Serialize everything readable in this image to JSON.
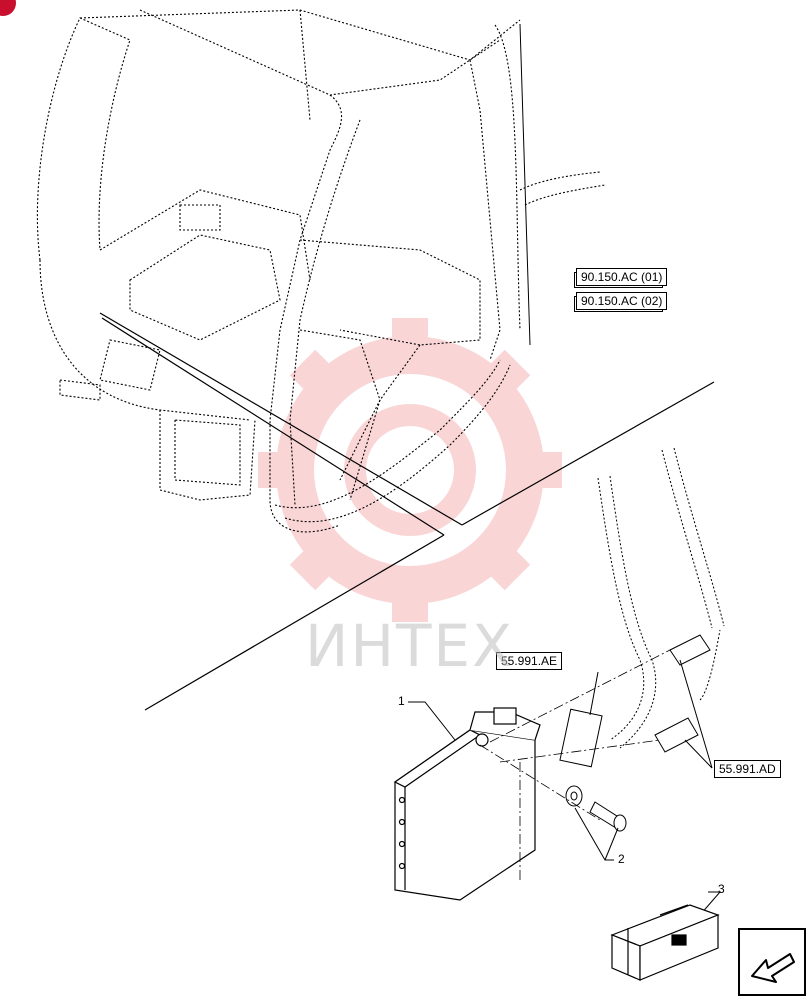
{
  "diagram": {
    "refs": {
      "ref_90150ac01": "90.150.AC (01)",
      "ref_90150ac02": "90.150.AC (02)",
      "ref_55991ae": "55.991.AE",
      "ref_55991ad": "55.991.AD"
    },
    "callouts": {
      "c1": "1",
      "c2": "2",
      "c3": "3"
    },
    "watermark": "ИНТЕХ",
    "colors": {
      "line": "#000000",
      "watermark": "#e8434a",
      "badge": "#c8102e"
    },
    "icons": {
      "nav": "next-page-arrow-icon",
      "kit": "shipping-crate-icon"
    }
  }
}
